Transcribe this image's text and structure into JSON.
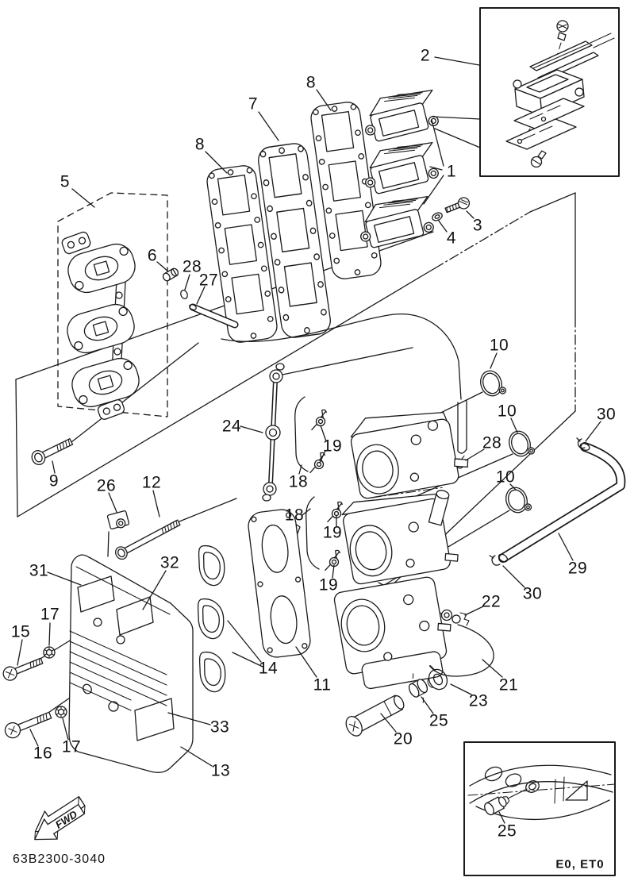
{
  "figure": {
    "drawing_number": "63B2300-3040",
    "fwd_label": "FWD",
    "applicability_label": "E0, ET0",
    "description": "Exploded parts diagram: intake manifold, reed valves, carburetors and silencer",
    "line_color": "#1a1a1a",
    "background_color": "#ffffff"
  },
  "callouts": [
    "2",
    "8",
    "7",
    "8",
    "5",
    "1",
    "3",
    "4",
    "6",
    "28",
    "27",
    "10",
    "10",
    "30",
    "28",
    "10",
    "24",
    "9",
    "26",
    "12",
    "18",
    "19",
    "18",
    "19",
    "19",
    "31",
    "32",
    "17",
    "15",
    "14",
    "11",
    "29",
    "30",
    "22",
    "21",
    "23",
    "25",
    "20",
    "33",
    "16",
    "17",
    "13",
    "25"
  ]
}
